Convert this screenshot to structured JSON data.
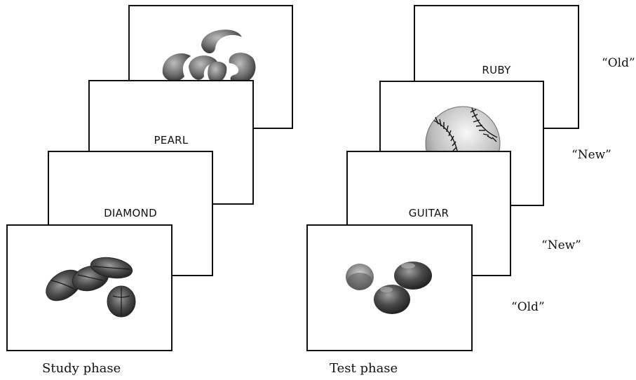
{
  "study": {
    "phase_label": "Study phase",
    "cards": [
      {
        "type": "image",
        "image": "cashews-icon"
      },
      {
        "type": "word",
        "word": "PEARL"
      },
      {
        "type": "word",
        "word": "DIAMOND"
      },
      {
        "type": "image",
        "image": "pecans-icon"
      }
    ]
  },
  "test": {
    "phase_label": "Test phase",
    "cards": [
      {
        "type": "word",
        "word": "RUBY",
        "response": "“Old”"
      },
      {
        "type": "image",
        "image": "baseball-icon",
        "response": "“New”"
      },
      {
        "type": "word",
        "word": "GUITAR",
        "response": "“New”"
      },
      {
        "type": "image",
        "image": "chestnuts-icon",
        "response": "“Old”"
      }
    ]
  }
}
